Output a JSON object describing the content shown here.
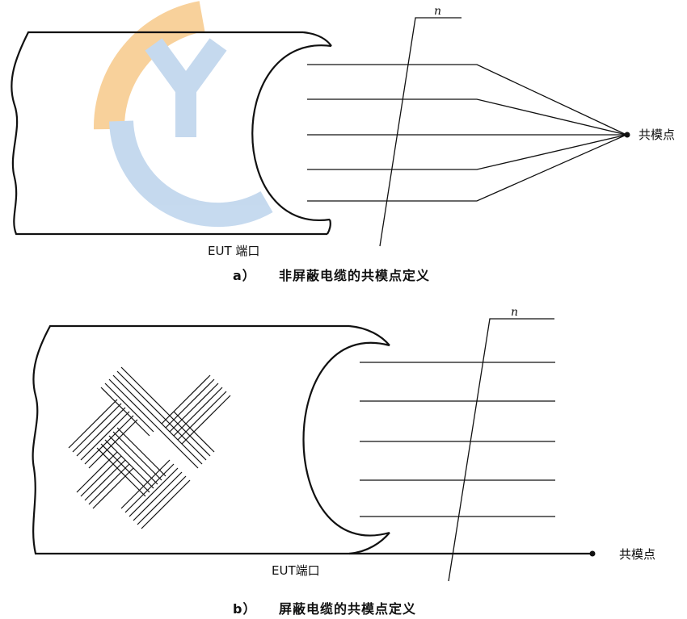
{
  "figure_a": {
    "n_label": "n",
    "port_label": "EUT 端口",
    "common_point_label": "共模点",
    "caption_prefix": "a）",
    "caption_text": "非屏蔽电缆的共模点定义"
  },
  "figure_b": {
    "n_label": "n",
    "port_label": "EUT端口",
    "common_point_label": "共模点",
    "caption_prefix": "b）",
    "caption_text": "屏蔽电缆的共模点定义"
  },
  "colors": {
    "watermark_blue": "#bcd3ec",
    "watermark_orange": "#f7c98a",
    "line": "#111111"
  }
}
